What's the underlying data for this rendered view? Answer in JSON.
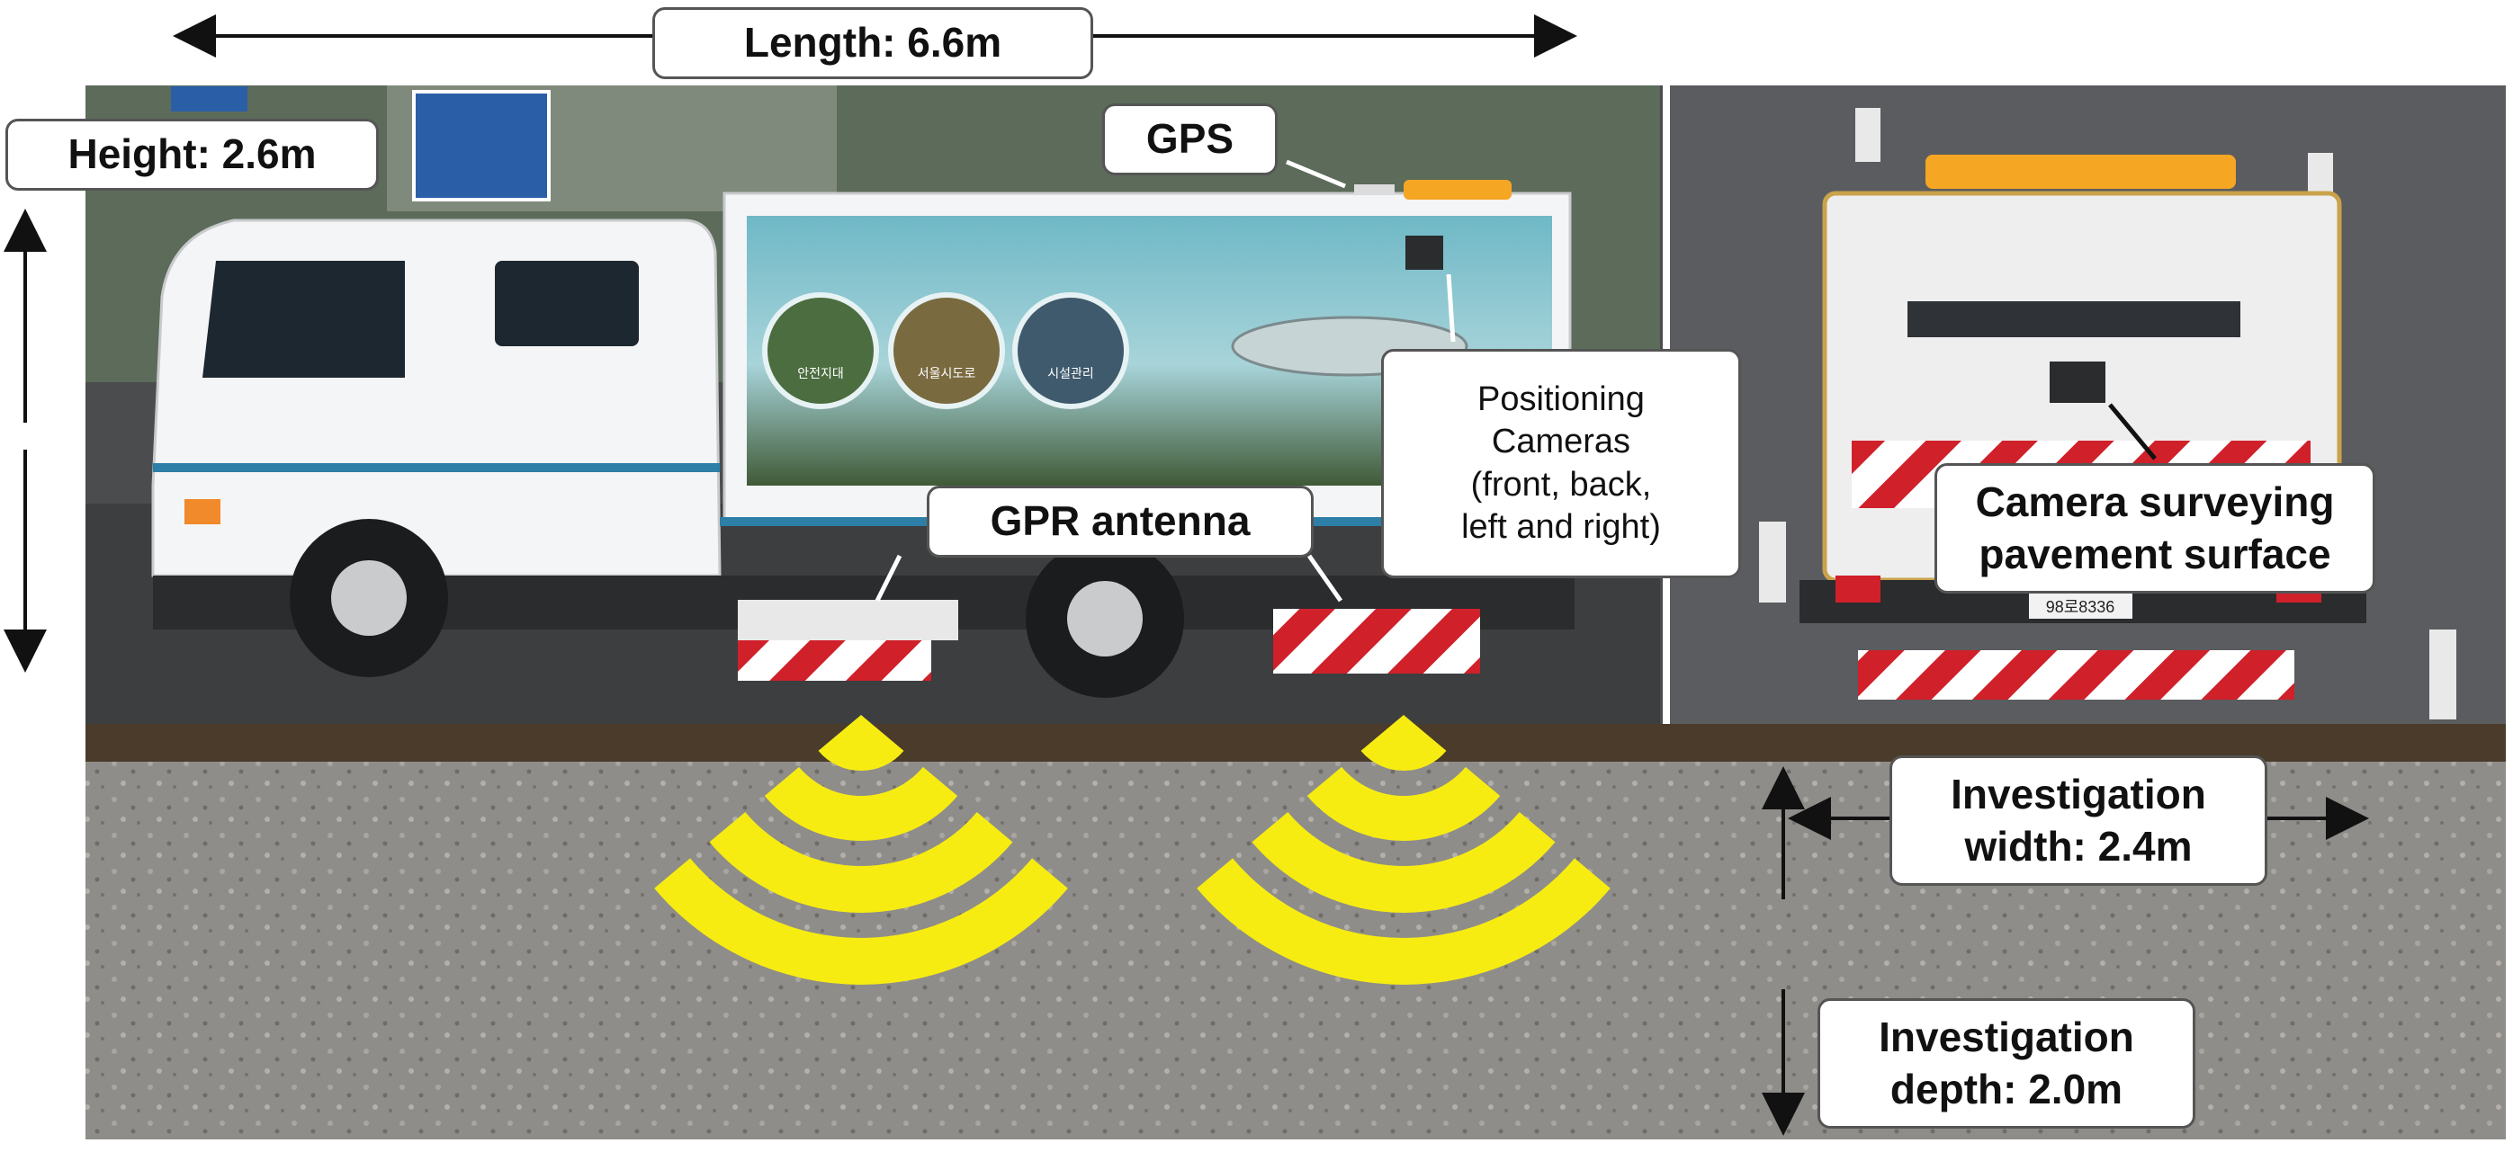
{
  "labels": {
    "length": "Length: 6.6m",
    "height": "Height: 2.6m",
    "gps": "GPS",
    "positioning_cameras": "Positioning\nCameras\n(front, back,\nleft and right)",
    "gpr_antenna": "GPR antenna",
    "camera_surveying": "Camera surveying\npavement surface",
    "investigation_width": "Investigation\nwidth: 2.4m",
    "investigation_depth": "Investigation\ndepth: 2.0m"
  },
  "truck_panel_text": [
    "안전지대",
    "서울시도로",
    "시설관리"
  ],
  "rear_plate_text": "98로8336",
  "colors": {
    "gpr_wave": "#f7ec12",
    "truck_body": "#f4f5f6",
    "truck_stripe": "#2d7fa8",
    "asphalt": "#8f8d89",
    "soil": "#4a3b2a",
    "warning_light": "#f5a623",
    "hazard_red": "#d0202a"
  }
}
